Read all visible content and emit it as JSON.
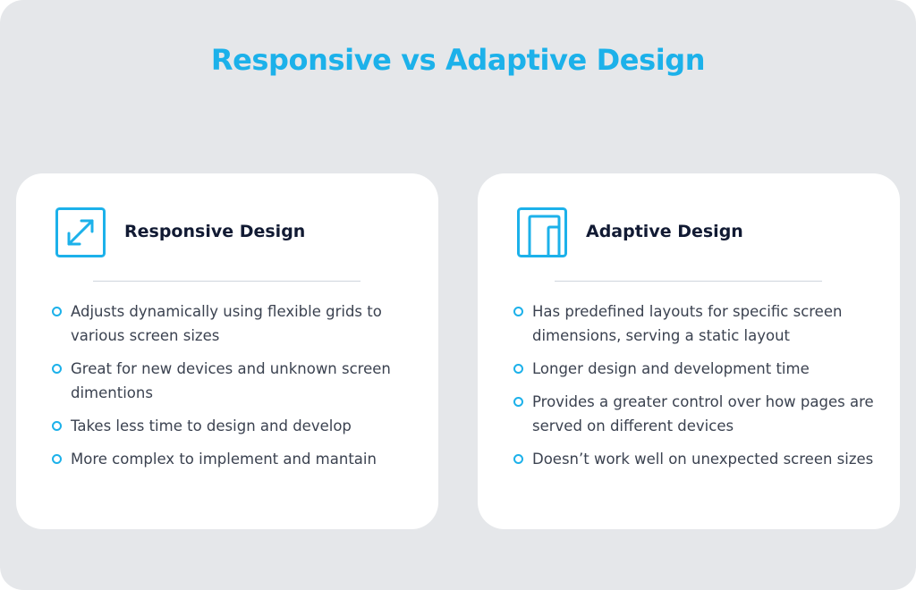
{
  "title": "Responsive vs Adaptive Design",
  "colors": {
    "accent": "#1cb1ea",
    "background": "#e5e7ea",
    "card": "#ffffff",
    "heading": "#111a33",
    "text": "#3b4250"
  },
  "cards": [
    {
      "icon": "expand-arrows-icon",
      "heading": "Responsive Design",
      "bullets": [
        "Adjusts dynamically using flexible grids to various screen sizes",
        "Great for new devices and unknown screen dimentions",
        "Takes less time to design and develop",
        "More complex to implement and mantain"
      ]
    },
    {
      "icon": "layered-devices-icon",
      "heading": "Adaptive Design",
      "bullets": [
        "Has predefined layouts for specific screen dimensions, serving a static layout",
        "Longer design and development time",
        "Provides a greater control over how pages are served on different devices",
        "Doesn’t work well on unexpected screen sizes"
      ]
    }
  ]
}
